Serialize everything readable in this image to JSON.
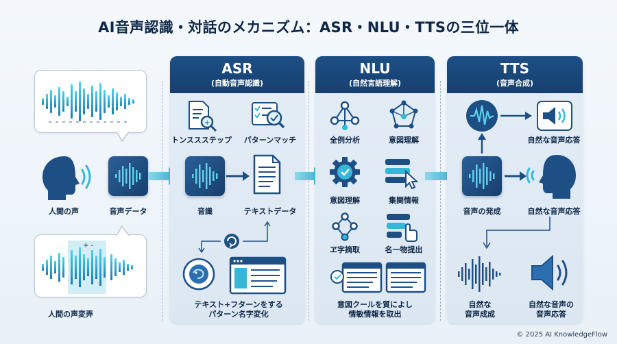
{
  "title": "AI音声認識・対話のメカニズム：ASR・NLU・TTSの三位一体",
  "left": {
    "human_voice": "人間の声",
    "voice_data": "音声データ",
    "voice_change": "人間の声変弄",
    "bubble_marks": "+ -"
  },
  "asr": {
    "title": "ASR",
    "subtitle": "(自動音声認識)",
    "transcribe": "トンススステップ",
    "pattern_match": "パターンマッチ",
    "recognition": "音識",
    "text_data": "テキストデータ",
    "bottom_line1": "テキスト+フターンをする",
    "bottom_line2": "パターン名字変化"
  },
  "nlu": {
    "title": "NLU",
    "subtitle": "(自然言語理解)",
    "full_analysis": "全例分析",
    "intent1": "意図理解",
    "intent2": "意図理解",
    "collect": "集関情報",
    "extract": "ヱ字摘取",
    "entity": "名一物提出",
    "bottom_line1": "意図クールを質によし",
    "bottom_line2": "情敏情報を取出"
  },
  "tts": {
    "title": "TTS",
    "subtitle": "(音声合成)",
    "natural_response_top": "自然な音声応答",
    "voice_generation": "音声の発成",
    "natural_response_mid": "自然な音声応答",
    "natural_gen_line1": "自然な",
    "natural_gen_line2": "音声成成",
    "natural_voice_line1": "自然な音声の",
    "natural_voice_line2": "音声応答"
  },
  "footer": "© 2025 AI KnowledgeFlow",
  "colors": {
    "navy": "#163f6e",
    "accent": "#35b7d8",
    "dark_text": "#0e2747"
  }
}
